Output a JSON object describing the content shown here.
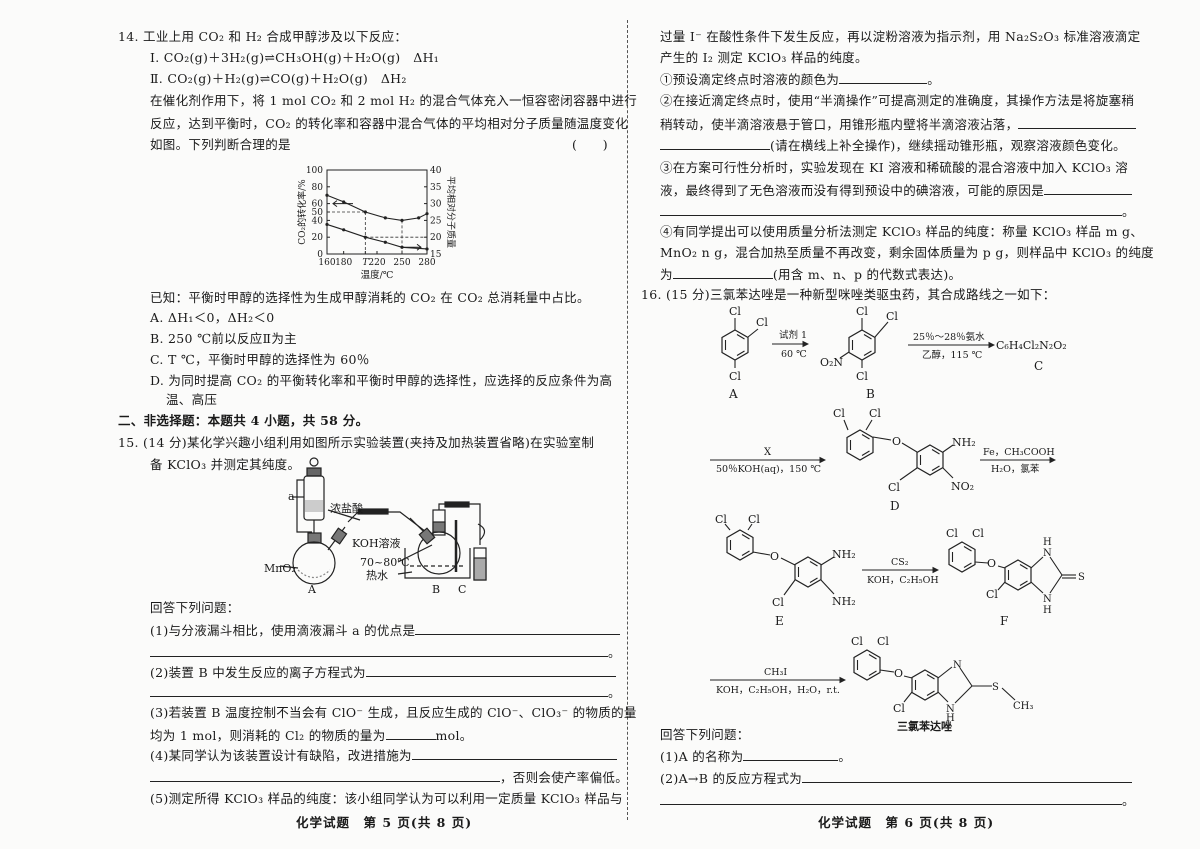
{
  "left": {
    "q14": {
      "l1": "14. 工业上用 CO₂ 和 H₂ 合成甲醇涉及以下反应：",
      "l2": "Ⅰ. CO₂(g)＋3H₂(g)⇌CH₃OH(g)＋H₂O(g)　ΔH₁",
      "l3": "Ⅱ. CO₂(g)＋H₂(g)⇌CO(g)＋H₂O(g)　ΔH₂",
      "l4": "在催化剂作用下，将 1 mol CO₂ 和 2 mol H₂ 的混合气体充入一恒容密闭容器中进行",
      "l5": "反应，达到平衡时，CO₂ 的转化率和容器中混合气体的平均相对分子质量随温度变化",
      "l6": "如图。下列判断合理的是",
      "paren": "(　　)",
      "l7": "已知：平衡时甲醇的选择性为生成甲醇消耗的 CO₂ 在 CO₂ 总消耗量中占比。",
      "optA": "A. ΔH₁＜0，ΔH₂＜0",
      "optB": "B. 250 ℃前以反应Ⅱ为主",
      "optC": "C. T ℃，平衡时甲醇的选择性为 60％",
      "optD1": "D. 为同时提高 CO₂ 的平衡转化率和平衡时甲醇的选择性，应选择的反应条件为高",
      "optD2": "温、高压"
    },
    "section2": "二、非选择题：本题共 4 小题，共 58 分。",
    "q15": {
      "l1": "15. (14 分)某化学兴趣小组利用如图所示实验装置(夹持及加热装置省略)在实验室制",
      "l2": "备 KClO₃ 并测定其纯度。",
      "apparatus": {
        "a": "a",
        "hcl": "浓盐酸",
        "mno2": "MnO₂",
        "koh": "KOH溶液",
        "temp": "70~80℃",
        "water": "热水",
        "A": "A",
        "B": "B",
        "C": "C"
      },
      "answer_intro": "回答下列问题：",
      "p1": "(1)与分液漏斗相比，使用滴液漏斗 a 的优点是",
      "p2": "(2)装置 B 中发生反应的离子方程式为",
      "p3a": "(3)若装置 B 温度控制不当会有 ClO⁻ 生成，且反应生成的 ClO⁻、ClO₃⁻ 的物质的量",
      "p3b": "均为 1 mol，则消耗的 Cl₂ 的物质的量为",
      "p3unit": "mol。",
      "p4a": "(4)某同学认为该装置设计有缺陷，改进措施为",
      "p4b": "，否则会使产率偏低。",
      "p5": "(5)测定所得 KClO₃ 样品的纯度：该小组同学认为可以利用一定质量 KClO₃ 样品与",
      "period": "。"
    },
    "footer": "化学试题　第 5 页(共 8 页)"
  },
  "right": {
    "q15cont": {
      "l1": "过量 I⁻ 在酸性条件下发生反应，再以淀粉溶液为指示剂，用 Na₂S₂O₃ 标准溶液滴定",
      "l2": "产生的 I₂ 测定 KClO₃ 样品的纯度。",
      "s1": "①预设滴定终点时溶液的颜色为",
      "s2a": "②在接近滴定终点时，使用“半滴操作”可提高测定的准确度，其操作方法是将旋塞稍",
      "s2b": "稍转动，使半滴溶液悬于管口，用锥形瓶内壁将半滴溶液沾落，",
      "s2c": "(请在横线上补全操作)，继续摇动锥形瓶，观察溶液颜色变化。",
      "s3a": "③在方案可行性分析时，实验发现在 KI 溶液和稀硫酸的混合溶液中加入 KClO₃ 溶",
      "s3b": "液，最终得到了无色溶液而没有得到预设中的碘溶液，可能的原因是",
      "s4a": "④有同学提出可以使用质量分析法测定 KClO₃ 样品的纯度：称量 KClO₃ 样品 m g、",
      "s4b": "MnO₂ n g，混合加热至质量不再改变，剩余固体质量为 p g，则样品中 KClO₃ 的纯度",
      "s4c": "为",
      "s4d": "(用含 m、n、p 的代数式表达)。",
      "period": "。"
    },
    "q16": {
      "l1": "16. (15 分)三氯苯达唑是一种新型咪唑类驱虫药，其合成路线之一如下：",
      "scheme": {
        "cl": "Cl",
        "o": "O",
        "o2n": "O₂N",
        "nh2": "NH₂",
        "no2": "NO₂",
        "nh": "N",
        "h": "H",
        "n": "N",
        "s": "S",
        "ch3": "CH₃",
        "A": "A",
        "B": "B",
        "C": "C",
        "D": "D",
        "E": "E",
        "F": "F",
        "c_formula": "C₆H₄Cl₂N₂O₂",
        "r1_top": "试剂 1",
        "r1_bot": "60 ℃",
        "r2_top": "25％～28％氨水",
        "r2_bot": "乙醇，115 ℃",
        "r3_top": "X",
        "r3_bot": "50％KOH(aq)，150 ℃",
        "r4_top": "Fe，CH₃COOH",
        "r4_bot": "H₂O，氯苯",
        "r5_top": "CS₂",
        "r5_bot": "KOH，C₂H₅OH",
        "r6_top": "CH₃I",
        "r6_bot": "KOH，C₂H₅OH，H₂O，r.t.",
        "product": "三氯苯达唑"
      },
      "answer_intro": "回答下列问题：",
      "p1": "(1)A 的名称为",
      "p2": "(2)A→B 的反应方程式为",
      "period": "。"
    },
    "footer": "化学试题　第 6 页(共 8 页)"
  },
  "chart_data": {
    "type": "line",
    "xlabel": "温度/℃",
    "ylabel": "CO₂的转化率/%",
    "y2label": "平均相对分子质量",
    "xlim": [
      160,
      280
    ],
    "ylim": [
      0,
      100
    ],
    "y2lim": [
      15,
      40
    ],
    "x_ticks": [
      "160",
      "180",
      "T",
      "220",
      "250",
      "280"
    ],
    "x_tick_values": [
      160,
      180,
      206,
      220,
      250,
      280
    ],
    "y_ticks": [
      "0",
      "20",
      "40",
      "50",
      "60",
      "80",
      "100"
    ],
    "y_tick_values": [
      0,
      20,
      40,
      50,
      60,
      80,
      100
    ],
    "y2_ticks": [
      "15",
      "20",
      "25",
      "30",
      "35",
      "40"
    ],
    "y2_tick_values": [
      15,
      20,
      25,
      30,
      35,
      40
    ],
    "series": [
      {
        "name": "CO₂的转化率",
        "axis": "left",
        "x": [
          160,
          180,
          206,
          230,
          250,
          270,
          280
        ],
        "values": [
          70,
          62,
          50,
          43,
          40,
          43,
          48
        ]
      },
      {
        "name": "平均相对分子质量",
        "axis": "right",
        "x": [
          160,
          180,
          206,
          230,
          250,
          280
        ],
        "values": [
          23.8,
          22.2,
          20,
          18.5,
          17,
          16.5
        ]
      }
    ]
  }
}
